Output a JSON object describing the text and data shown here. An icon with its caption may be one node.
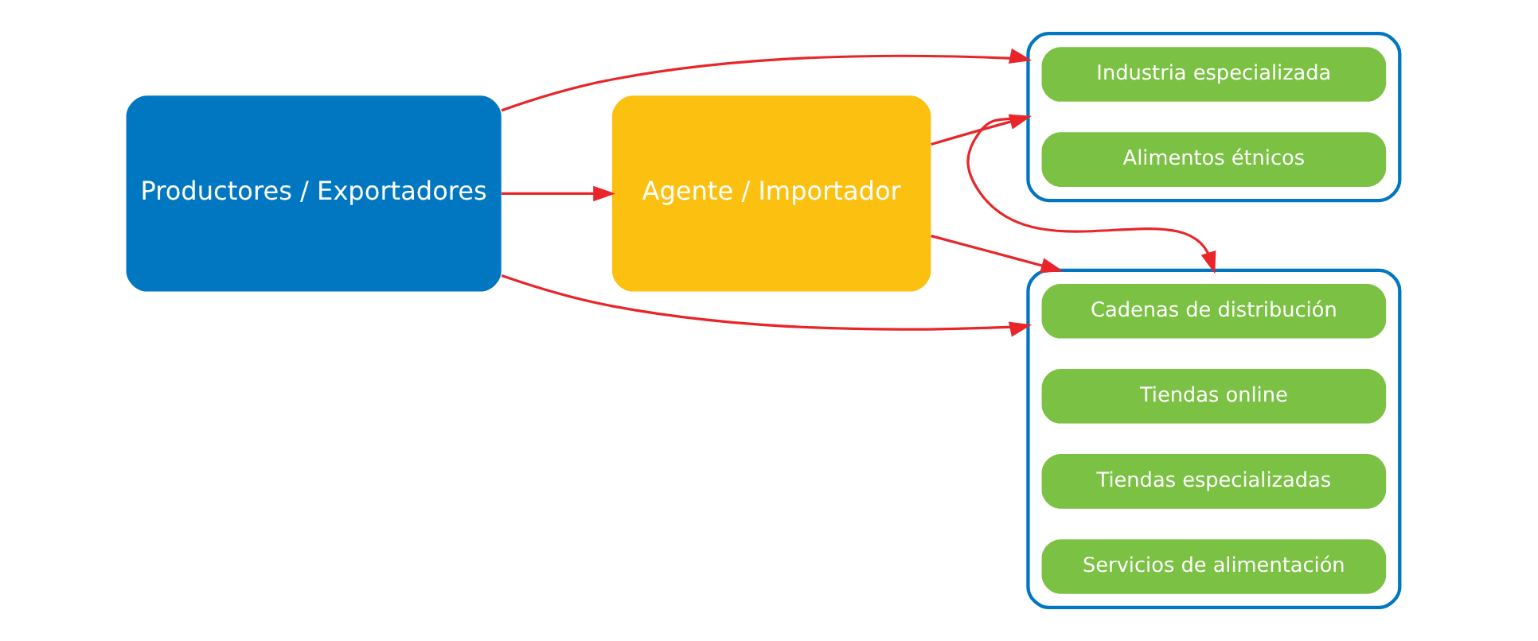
{
  "diagram": {
    "nodes": [
      {
        "text": [
          "Productores / Exportadores"
        ]
      },
      {
        "text": [
          "Agente / Importador"
        ]
      },
      {
        "text": [],
        "shape": "box"
      },
      {
        "text": [
          "Industria especializada"
        ],
        "in": 2
      },
      {
        "text": [
          "Alimentos étnicos"
        ],
        "in": 2
      },
      {
        "text": [],
        "shape": "box"
      },
      {
        "text": [
          "Cadenas de distribución"
        ],
        "in": 5
      },
      {
        "text": [
          "Tiendas online"
        ],
        "in": 5
      },
      {
        "text": [
          "Tiendas especializadas"
        ],
        "in": 5
      },
      {
        "text": [
          "Servicios de alimentación"
        ],
        "in": 5
      }
    ],
    "edges": [
      {
        "from": 0,
        "to": 2,
        "arrow": "to"
      },
      {
        "from": 0,
        "to": 1,
        "arrow": "to"
      },
      {
        "from": 0,
        "to": 5,
        "arrow": "to"
      },
      {
        "from": 1,
        "to": 2,
        "arrow": "to"
      },
      {
        "from": 1,
        "to": 5,
        "arrow": "to"
      },
      {
        "from": 2,
        "to": 5,
        "arrow": "to"
      }
    ]
  }
}
